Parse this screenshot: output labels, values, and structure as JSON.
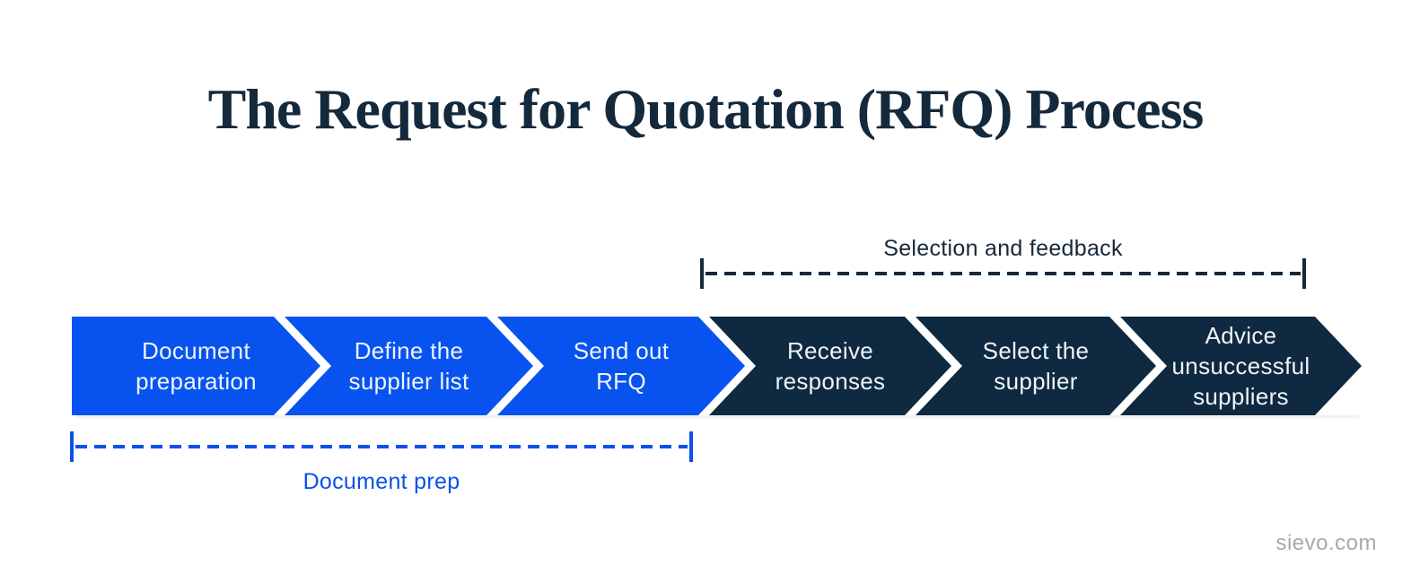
{
  "page": {
    "title": "The Request for Quotation (RFQ) Process",
    "footer": "sievo.com"
  },
  "colors": {
    "primary_blue": "#0853f0",
    "dark_navy": "#0e2940",
    "title_navy": "#15293c",
    "step_text": "#eef4f9",
    "bracket_navy": "#16293a",
    "bracket_blue": "#0b51e8",
    "footer_gray": "#a9a9a9"
  },
  "process": {
    "steps": [
      {
        "label": "Document\npreparation",
        "color": "#0853f0"
      },
      {
        "label": "Define the\nsupplier list",
        "color": "#0853f0"
      },
      {
        "label": "Send out\nRFQ",
        "color": "#0853f0"
      },
      {
        "label": "Receive\nresponses",
        "color": "#0e2940"
      },
      {
        "label": "Select the\nsupplier",
        "color": "#0e2940"
      },
      {
        "label": "Advice\nunsuccessful\nsuppliers",
        "color": "#0e2940"
      }
    ]
  },
  "brackets": {
    "top": {
      "label": "Selection and feedback",
      "color": "#16293a"
    },
    "bottom": {
      "label": "Document prep",
      "color": "#0b51e8"
    }
  }
}
